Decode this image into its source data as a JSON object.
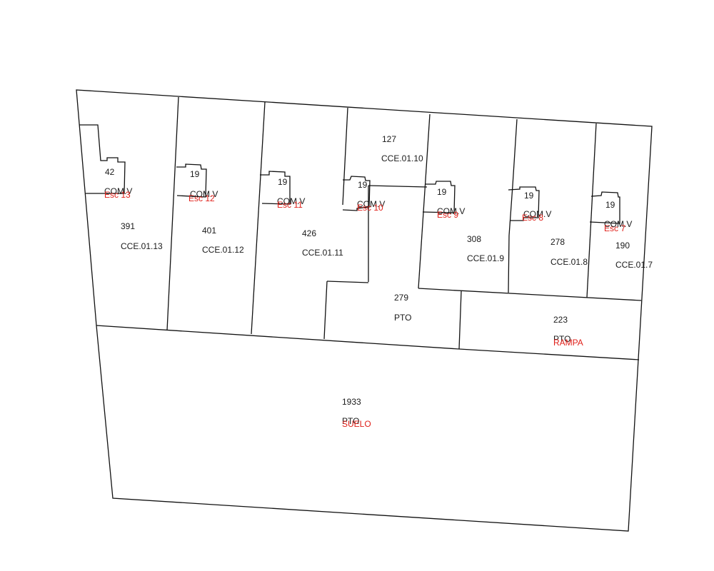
{
  "colors": {
    "line": "#111111",
    "text": "#1a1a1a",
    "highlight": "#e0201a"
  },
  "rooms": [
    {
      "area": "391",
      "code": "CCE.01.13"
    },
    {
      "area": "401",
      "code": "CCE.01.12"
    },
    {
      "area": "426",
      "code": "CCE.01.11"
    },
    {
      "area": "127",
      "code": "CCE.01.10"
    },
    {
      "area": "308",
      "code": "CCE.01.9"
    },
    {
      "area": "278",
      "code": "CCE.01.8"
    },
    {
      "area": "190",
      "code": "CCE.01.7"
    }
  ],
  "small_cells": [
    {
      "area": "42",
      "use": "COM.V",
      "stair": "Esc 13"
    },
    {
      "area": "19",
      "use": "COM.V",
      "stair": "Esc 12"
    },
    {
      "area": "19",
      "use": "COM.V",
      "stair": "Esc 11"
    },
    {
      "area": "19",
      "use": "COM.V",
      "stair": "Esc 10"
    },
    {
      "area": "19",
      "use": "COM.V",
      "stair": "Esc 9"
    },
    {
      "area": "19",
      "use": "COM.V",
      "stair": "Esc 8"
    },
    {
      "area": "19",
      "use": "COM.V",
      "stair": "Esc 7"
    }
  ],
  "common_areas": [
    {
      "area": "279",
      "use": "PTO"
    },
    {
      "area": "223",
      "use": "PTO",
      "type": "RAMPA"
    },
    {
      "area": "1933",
      "use": "PTO",
      "type": "SUELO"
    }
  ]
}
